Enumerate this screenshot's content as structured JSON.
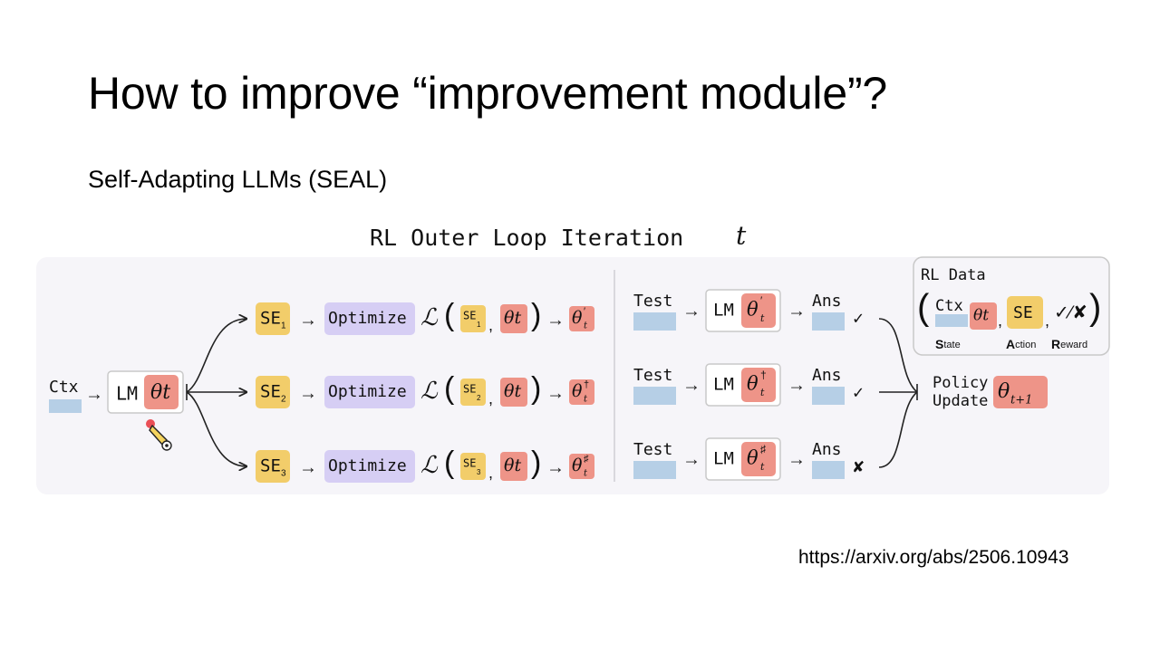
{
  "slide": {
    "title": "How to improve “improvement module”?",
    "subtitle": "Self-Adapting LLMs (SEAL)",
    "link": "https://arxiv.org/abs/2506.10943"
  },
  "diagram": {
    "heading": "RL Outer Loop Iteration",
    "heading_var": "t",
    "ctx": "Ctx",
    "lm": "LM",
    "theta_t": "θt",
    "arrow": "→",
    "se_rows": [
      {
        "se": "SE",
        "sub": "1",
        "optimize": "Optimize",
        "loss": "ℒ",
        "open": "(",
        "close": ")",
        "comma": ",",
        "result_base": "θ",
        "result_sup": "′",
        "result_sub": "t"
      },
      {
        "se": "SE",
        "sub": "2",
        "optimize": "Optimize",
        "loss": "ℒ",
        "open": "(",
        "close": ")",
        "comma": ",",
        "result_base": "θ",
        "result_sup": "†",
        "result_sub": "t"
      },
      {
        "se": "SE",
        "sub": "3",
        "optimize": "Optimize",
        "loss": "ℒ",
        "open": "(",
        "close": ")",
        "comma": ",",
        "result_base": "θ",
        "result_sup": "♯",
        "result_sub": "t"
      }
    ],
    "test_rows": [
      {
        "test": "Test",
        "lm": "LM",
        "theta_base": "θ",
        "theta_sup": "′",
        "theta_sub": "t",
        "ans": "Ans",
        "mark": "✓"
      },
      {
        "test": "Test",
        "lm": "LM",
        "theta_base": "θ",
        "theta_sup": "†",
        "theta_sub": "t",
        "ans": "Ans",
        "mark": "✓"
      },
      {
        "test": "Test",
        "lm": "LM",
        "theta_base": "θ",
        "theta_sup": "♯",
        "theta_sub": "t",
        "ans": "Ans",
        "mark": "✘"
      }
    ],
    "rl_data": {
      "title": "RL Data",
      "open": "(",
      "close": ")",
      "ctx": "Ctx",
      "theta": "θt",
      "comma": ",",
      "se": "SE",
      "reward_mark": "✓⁄✘",
      "state_cap": "S",
      "state_rest": "tate",
      "action_cap": "A",
      "action_rest": "ction",
      "reward_cap": "R",
      "reward_rest": "eward"
    },
    "policy": {
      "line1": "Policy",
      "line2": "Update",
      "theta_base": "θ",
      "theta_sub": "t+1"
    },
    "colors": {
      "se": "#f2cd6a",
      "optimize": "#d6cef4",
      "theta": "#ee9488",
      "ctx": "#b6cfe6",
      "panel": "#f6f5f9",
      "lm_border": "#c9c9c9"
    }
  }
}
